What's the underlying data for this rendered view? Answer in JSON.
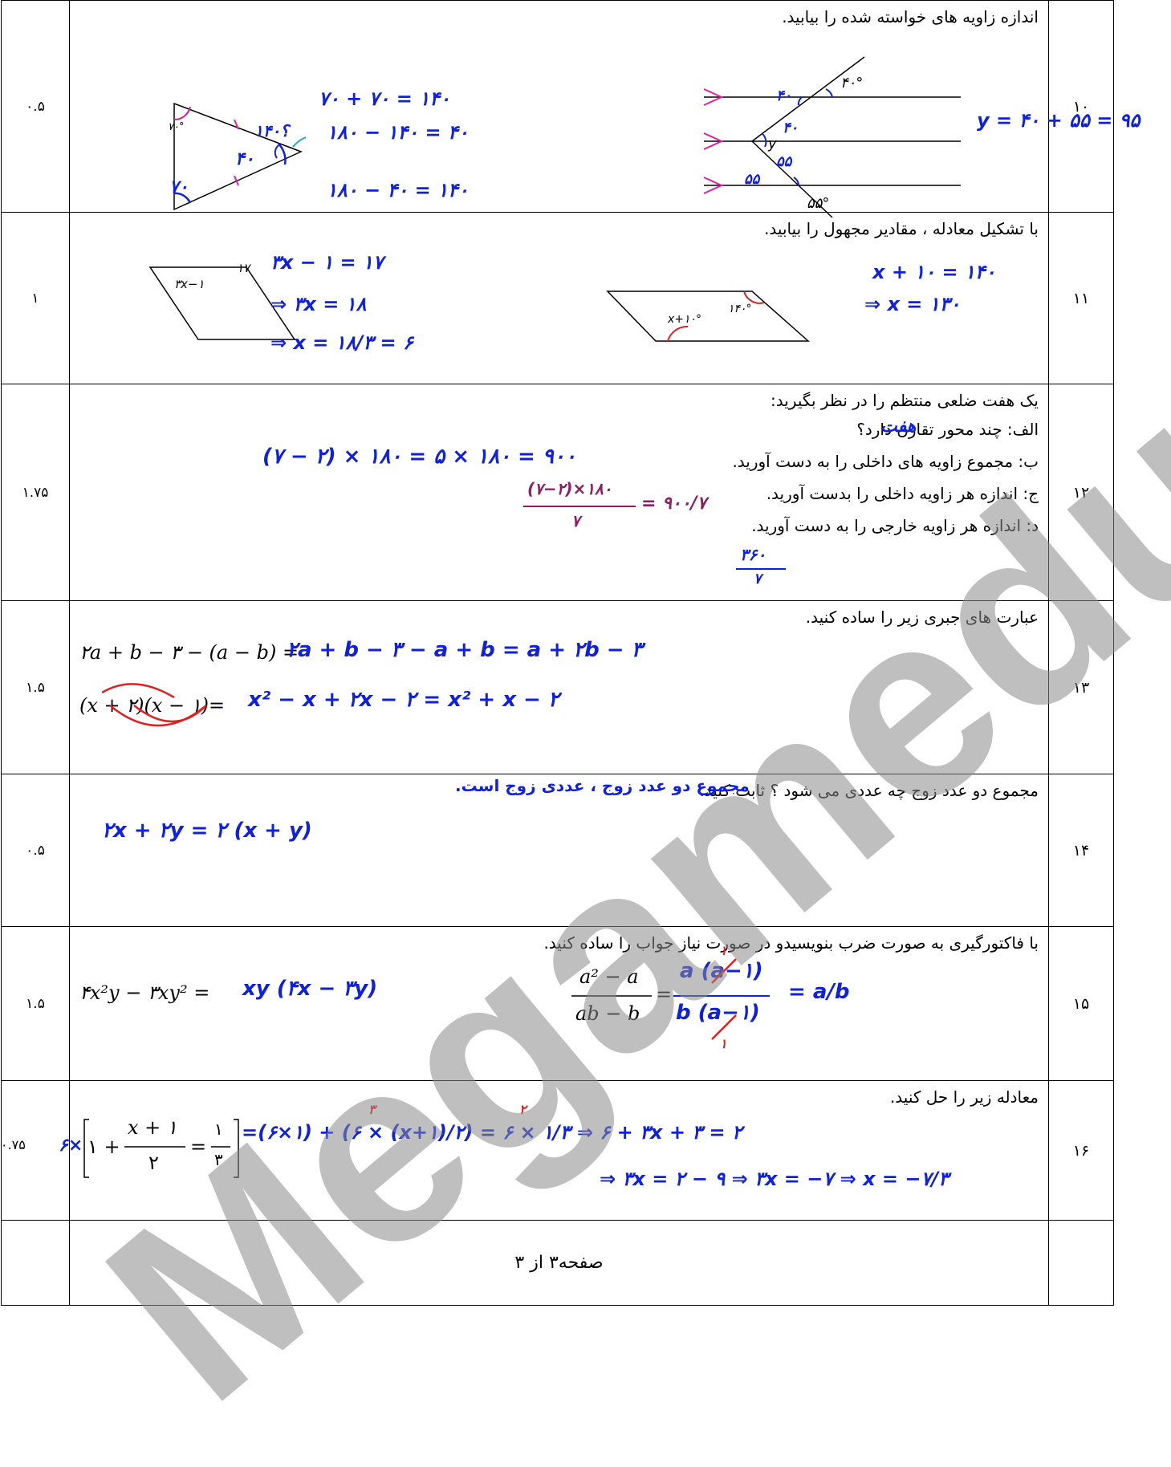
{
  "rows": [
    {
      "number": "۱۰",
      "score": "۰.۵",
      "prompt": "اندازه زاویه های خواسته شده را بیابید.",
      "diagram_labels": {
        "a40": "۴۰°",
        "a55": "۵۵°",
        "y": "y",
        "tri70": "۷۰°"
      },
      "handwriting": [
        "۷۰ + ۷۰ = ۱۴۰",
        "۱۸۰ − ۱۴۰ = ۴۰",
        "۱۸۰ − ۴۰ = ۱۴۰",
        "۱۴۰؟",
        "۴۰",
        "۷۰",
        "y = ۴۰ + ۵۵ = ۹۵",
        "۴۰",
        "۴۰",
        "۵۵",
        "۵۵"
      ]
    },
    {
      "number": "۱۱",
      "score": "۱",
      "prompt": "با تشکیل معادله ، مقادیر مجهول را بیابید.",
      "diagram_labels": {
        "side17": "۱۷",
        "expr": "۳x−۱",
        "angle1": "x+۱۰°",
        "angle2": "۱۴۰°"
      },
      "handwriting": [
        "۳x − ۱ = ۱۷",
        "⇒ ۳x = ۱۸",
        "⇒ x = ۱۸/۳ = ۶",
        "x + ۱۰ = ۱۴۰",
        "⇒ x = ۱۳۰"
      ]
    },
    {
      "number": "۱۲",
      "score": "۱.۷۵",
      "prompt": "یک هفت ضلعی منتظم را در نظر بگیرید:",
      "subquestions": [
        "الف: چند محور تقارن دارد؟",
        "ب: مجموع زاویه های داخلی را به دست آورید.",
        "ج: اندازه هر زاویه داخلی را بدست آورید.",
        "د: اندازه هر زاویه خارجی را به دست آورید."
      ],
      "handwriting": [
        "هفت",
        "(۷ − ۲) × ۱۸۰ = ۵ × ۱۸۰ = ۹۰۰",
        "(۷−۲)×۱۸۰",
        "۷",
        "= ۹۰۰/۷",
        "۳۶۰",
        "۷"
      ]
    },
    {
      "number": "۱۳",
      "score": "۱.۵",
      "prompt": "عبارت های جبری زیر را ساده کنید.",
      "expressions": [
        "۲a + b − ۳ − (a − b) =",
        "(x + ۲)(x − ۱)="
      ],
      "handwriting": [
        "۲a + b − ۳ − a + b = a + ۲b − ۳",
        "x² − x + ۲x − ۲ = x² + x − ۲"
      ]
    },
    {
      "number": "۱۴",
      "score": "۰.۵",
      "prompt": "مجموع دو عدد زوج چه عددی می شود ؟ ثابت کنید.",
      "handwriting": [
        "مجموع دو عدد زوج ، عددی زوج است.",
        "۲x + ۲y = ۲ (x + y)"
      ]
    },
    {
      "number": "۱۵",
      "score": "۱.۵",
      "prompt": "با فاکتورگیری به صورت ضرب بنویسیدو در صورت نیاز جواب را ساده کنید.",
      "expressions": [
        "۴x²y − ۳xy² =",
        "a² − a",
        "ab − b",
        "="
      ],
      "handwriting": [
        "xy (۴x − ۳y)",
        "a (a−۱)",
        "b (a−۱)",
        "= a/b",
        "۱",
        "۱"
      ]
    },
    {
      "number": "۱۶",
      "score": "۰.۷۵",
      "prompt": "معادله زیر را حل کنید.",
      "expressions": [
        "۱ + ",
        "x + ۱",
        "۲",
        "=",
        "۱",
        "۳"
      ],
      "handwriting": [
        "۶×",
        "=(۶×۱) + (۶ × (x+۱)/۲) = ۶ × ۱/۳ ⇒ ۶ + ۳x + ۳ = ۲",
        "⇒ ۳x = ۲ − ۹ ⇒ ۳x = −۷ ⇒ x = −۷/۳",
        "۳",
        "۲"
      ]
    },
    {
      "number": "",
      "score": "",
      "footer": "صفحه۳ از ۳"
    }
  ],
  "watermark": "Megamedu.ir",
  "colors": {
    "ink": "#1020e0",
    "annotation": "#e02020",
    "tick": "#e020a0",
    "watermark": "#8a8a8a"
  }
}
